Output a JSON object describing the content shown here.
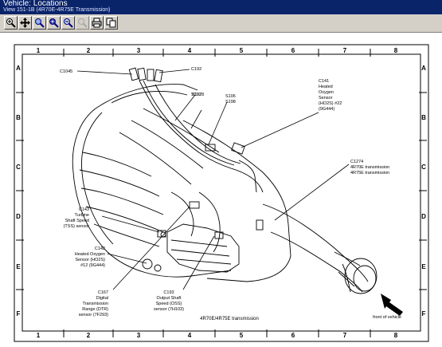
{
  "window": {
    "title": "Vehicle: Locations",
    "subtitle": "View 151-1B (4R70E-4R75E Transmission)"
  },
  "toolbar": {
    "buttons": [
      {
        "name": "zoom-in-button",
        "icon": "magnifier-plus-icon",
        "enabled": true
      },
      {
        "name": "pan-button",
        "icon": "four-arrow-move-icon",
        "enabled": true
      },
      {
        "name": "zoom-window-button",
        "icon": "magnifier-window-icon",
        "enabled": true
      },
      {
        "name": "zoom-fit-button",
        "icon": "magnifier-fit-icon",
        "enabled": true
      },
      {
        "name": "zoom-out-button",
        "icon": "magnifier-minus-icon",
        "enabled": true
      },
      {
        "name": "zoom-previous-button",
        "icon": "magnifier-previous-icon",
        "enabled": false
      },
      {
        "name": "print-button",
        "icon": "printer-icon",
        "enabled": true
      },
      {
        "name": "copy-button",
        "icon": "copy-icon",
        "enabled": true
      }
    ]
  },
  "diagram": {
    "columns": [
      "1",
      "2",
      "3",
      "4",
      "5",
      "6",
      "7",
      "8"
    ],
    "rows": [
      "A",
      "B",
      "C",
      "D",
      "E",
      "F"
    ],
    "caption": "4R70E/4R75E transmission",
    "labels": {
      "c1045": "C1045",
      "c192": "C192",
      "s102": "S102",
      "s106": "S106",
      "s198": "S198",
      "c7c078": "7C078",
      "c141": [
        "C141",
        "Heated",
        "Oxygen",
        "Sensor",
        "(HO2S) #22",
        "(9G444)"
      ],
      "c1274": [
        "C1274",
        "4R70E transmission",
        "4R75E transmission"
      ],
      "c143": [
        "C143",
        "Turbine",
        "Shaft Speed",
        "(TSS) sensor"
      ],
      "c142": [
        "C142",
        "Heated Oxygen",
        "Sensor (HO2S)",
        "#12 (9G444)"
      ],
      "c167": [
        "C167",
        "Digital",
        "Transmission",
        "Range (DTR)",
        "sensor (7F293)"
      ],
      "c193": [
        "C193",
        "Output Shaft",
        "Speed (OSS)",
        "sensor (7H103)"
      ],
      "front": "front of vehicle"
    }
  }
}
